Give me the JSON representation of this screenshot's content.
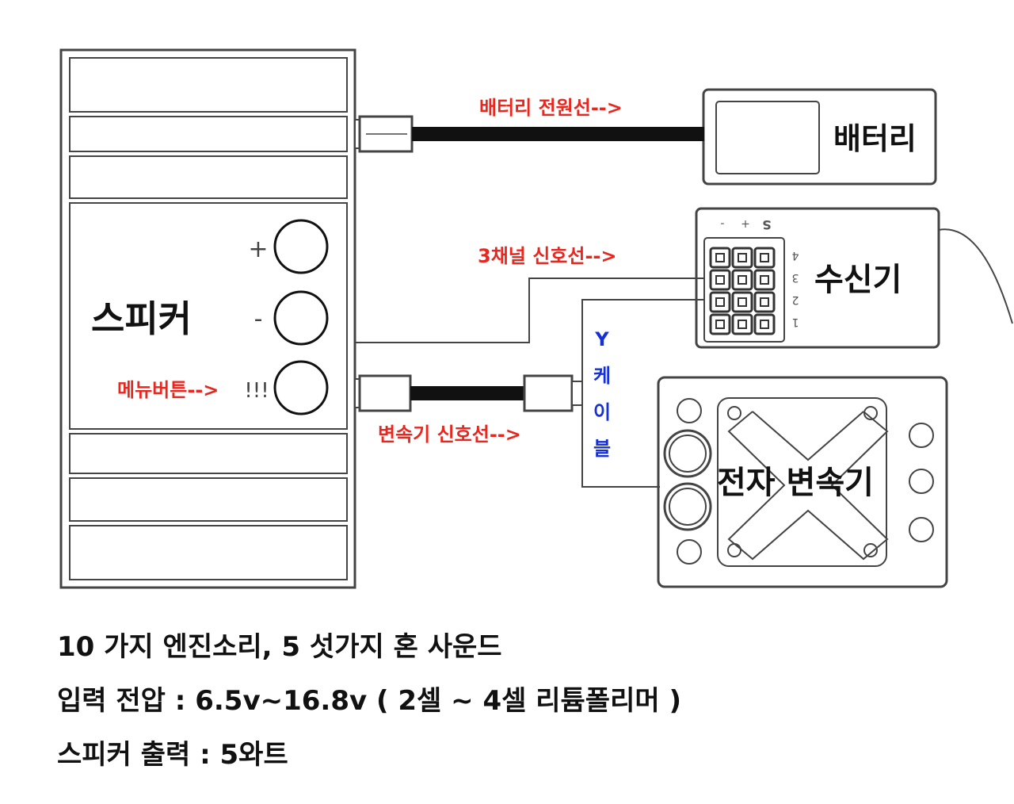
{
  "labels": {
    "battery_cable": "배터리 전원선-->",
    "battery": "배터리",
    "channel3_signal": "3채널 신호선-->",
    "receiver": "수신기",
    "speaker": "스피커",
    "plus": "+",
    "minus": "-",
    "menu_button": "메뉴버튼-->",
    "menu_mark": "!!!",
    "y_cable": [
      "Y",
      "케",
      "이",
      "블"
    ],
    "esc_signal": "변속기 신호선-->",
    "esc": "전자 변속기",
    "receiver_pins": [
      "-",
      "+",
      "S"
    ],
    "receiver_channels": [
      "4",
      "3",
      "2",
      "1"
    ]
  },
  "specs": {
    "line1": "10 가지 엔진소리, 5 섯가지 혼 사운드",
    "line2": "입력 전압 : 6.5v~16.8v ( 2셀 ~ 4셀 리튬폴리머 )",
    "line3": "스피커 출력 : 5와트"
  },
  "colors": {
    "label_red": "#e8271f",
    "label_blue": "#1430d6",
    "outline": "#555555"
  }
}
